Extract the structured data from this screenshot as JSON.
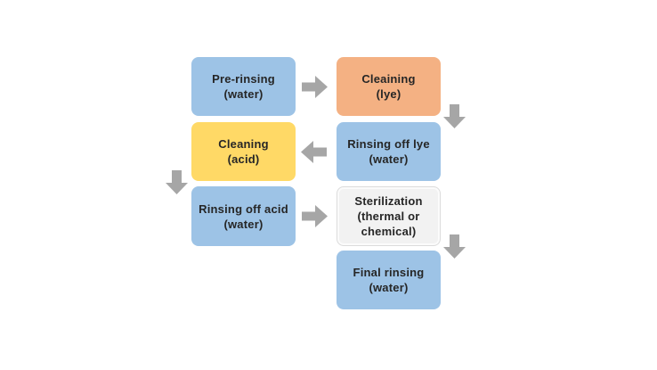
{
  "palette": {
    "box_blue": "#9DC3E6",
    "box_orange": "#F4B183",
    "box_yellow": "#FFD966",
    "box_gray": "#F2F2F2",
    "arrow_gray": "#A6A6A6",
    "text": "#262626",
    "background": "#FFFFFF"
  },
  "diagram": {
    "type": "flowchart",
    "nodes": [
      {
        "id": "pre-rinsing",
        "label": "Pre-rinsing\n(water)",
        "color": "#9DC3E6"
      },
      {
        "id": "cleaning-lye",
        "label": "Cleaining\n(lye)",
        "color": "#F4B183"
      },
      {
        "id": "cleaning-acid",
        "label": "Cleaning\n(acid)",
        "color": "#FFD966"
      },
      {
        "id": "rinsing-off-lye",
        "label": "Rinsing off lye\n(water)",
        "color": "#9DC3E6"
      },
      {
        "id": "rinsing-off-acid",
        "label": "Rinsing off acid\n(water)",
        "color": "#9DC3E6"
      },
      {
        "id": "sterilization",
        "label": "Sterilization\n(thermal or\nchemical)",
        "color": "#F2F2F2"
      },
      {
        "id": "final-rinsing",
        "label": "Final rinsing\n(water)",
        "color": "#9DC3E6"
      }
    ],
    "arrows": [
      {
        "direction": "right",
        "from": "pre-rinsing",
        "to": "cleaning-lye"
      },
      {
        "direction": "down",
        "from": "cleaning-lye",
        "to": "rinsing-off-lye"
      },
      {
        "direction": "left",
        "from": "rinsing-off-lye",
        "to": "cleaning-acid"
      },
      {
        "direction": "down",
        "from": "cleaning-acid",
        "to": "rinsing-off-acid"
      },
      {
        "direction": "right",
        "from": "rinsing-off-acid",
        "to": "sterilization"
      },
      {
        "direction": "down",
        "from": "sterilization",
        "to": "final-rinsing"
      }
    ]
  }
}
